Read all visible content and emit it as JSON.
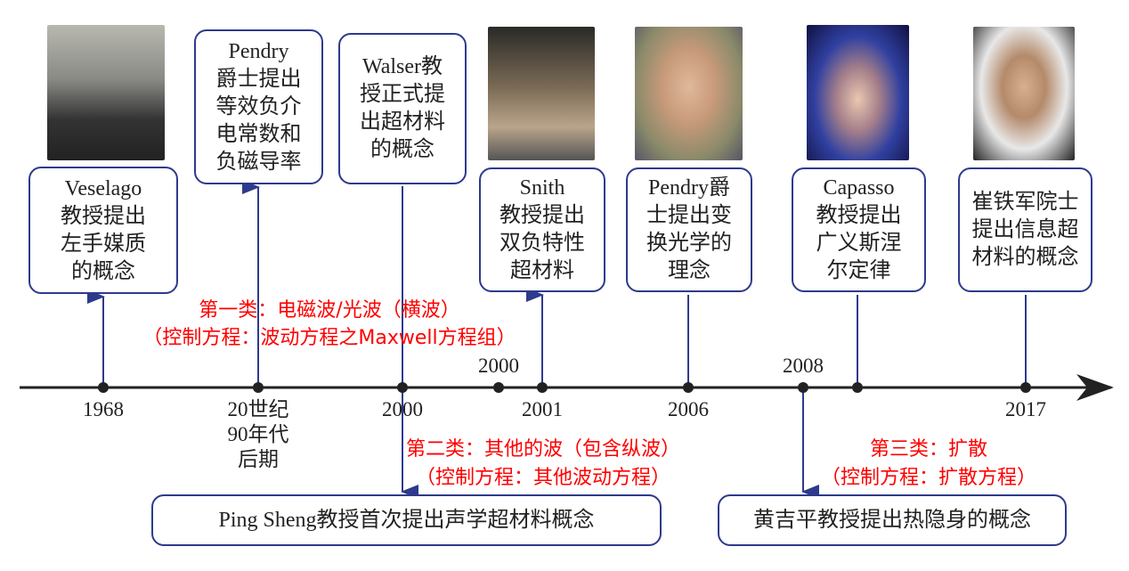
{
  "events": [
    {
      "id": "veselago",
      "text": "Veselago\n教授提出\n左手媒质\n的概念",
      "year": "1968"
    },
    {
      "id": "pendry1",
      "text": "Pendry\n爵士提出\n等效负介\n电常数和\n负磁导率",
      "year": "20世纪\n90年代\n后期"
    },
    {
      "id": "walser",
      "text": "Walser教\n授正式提\n出超材料\n的概念",
      "year": "2000"
    },
    {
      "id": "smith",
      "text": "Snith\n教授提出\n双负特性\n超材料",
      "year": "2001"
    },
    {
      "id": "pendry2",
      "text": "Pendry爵\n士提出变\n换光学的\n理念",
      "year": "2006"
    },
    {
      "id": "capasso",
      "text": "Capasso\n教授提出\n广义斯涅\n尔定律"
    },
    {
      "id": "cui",
      "text": "崔铁军院士\n提出信息超\n材料的概念",
      "year": "2017"
    }
  ],
  "upper_years": {
    "y2000": "2000",
    "y2008": "2008"
  },
  "bottom_events": {
    "ping_sheng": "Ping Sheng教授首次提出声学超材料概念",
    "huang": "黄吉平教授提出热隐身的概念"
  },
  "categories": {
    "first": {
      "title": "第一类：电磁波/光波（横波）",
      "eq": "（控制方程：波动方程之Maxwell方程组）"
    },
    "second": {
      "title": "第二类：其他的波（包含纵波）",
      "eq": "（控制方程：其他波动方程）"
    },
    "third": {
      "title": "第三类：扩散",
      "eq": "（控制方程：扩散方程）"
    }
  },
  "colors": {
    "line": "#2e3a8c",
    "category": "#ff0000",
    "axis": "#222222"
  }
}
